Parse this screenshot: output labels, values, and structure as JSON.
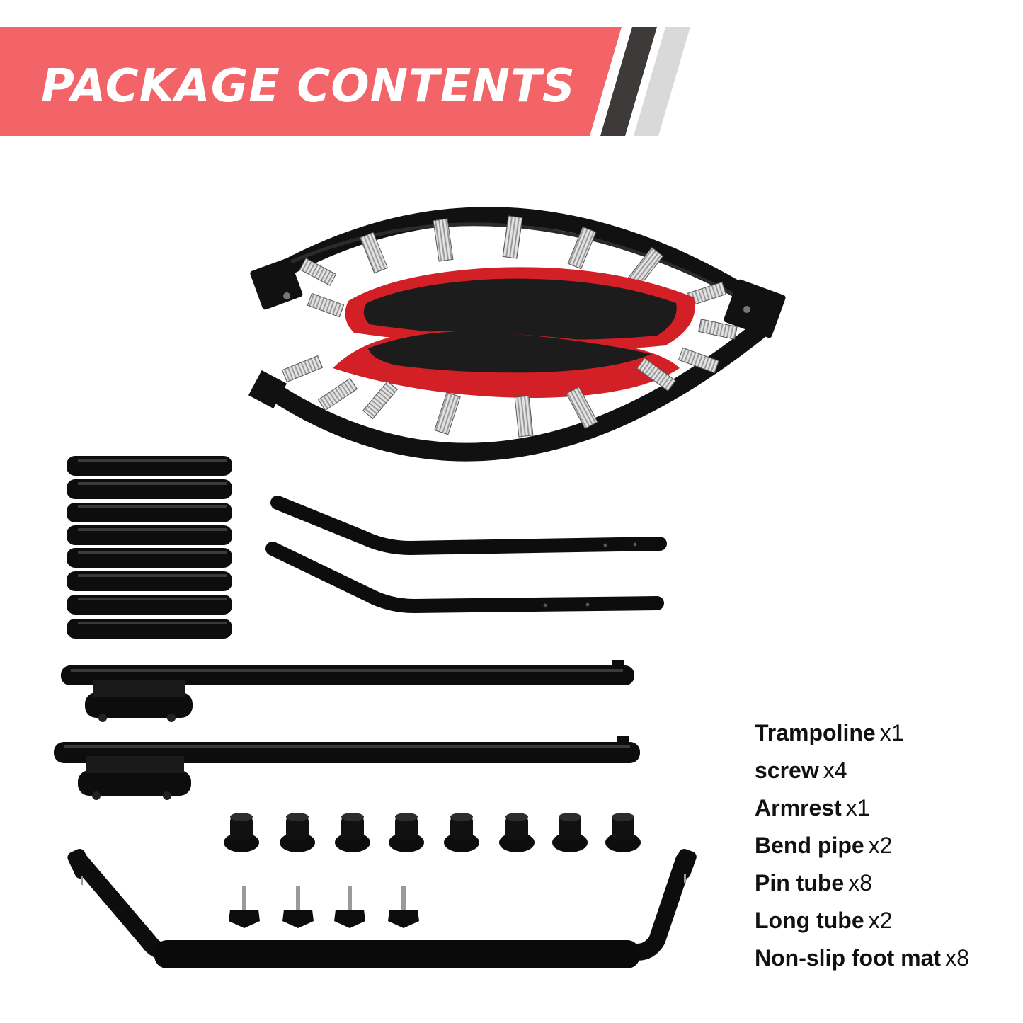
{
  "banner": {
    "title": "PACKAGE CONTENTS",
    "colors": {
      "banner": "#f26468",
      "stripe_dark": "#3d3a39",
      "stripe_light": "#d9d9d9",
      "title_text": "#ffffff"
    }
  },
  "contents": [
    {
      "name": "Trampoline",
      "qty": "x1"
    },
    {
      "name": "screw",
      "qty": "x4"
    },
    {
      "name": "Armrest",
      "qty": "x1"
    },
    {
      "name": "Bend pipe",
      "qty": "x2"
    },
    {
      "name": "Pin tube",
      "qty": "x8"
    },
    {
      "name": "Long tube",
      "qty": "x2"
    },
    {
      "name": "Non-slip foot mat",
      "qty": "x8"
    }
  ],
  "colors": {
    "metal": "#111111",
    "mat": "#1c1c1c",
    "mat_border": "#d31f26",
    "spring": "#c7c7c7"
  }
}
